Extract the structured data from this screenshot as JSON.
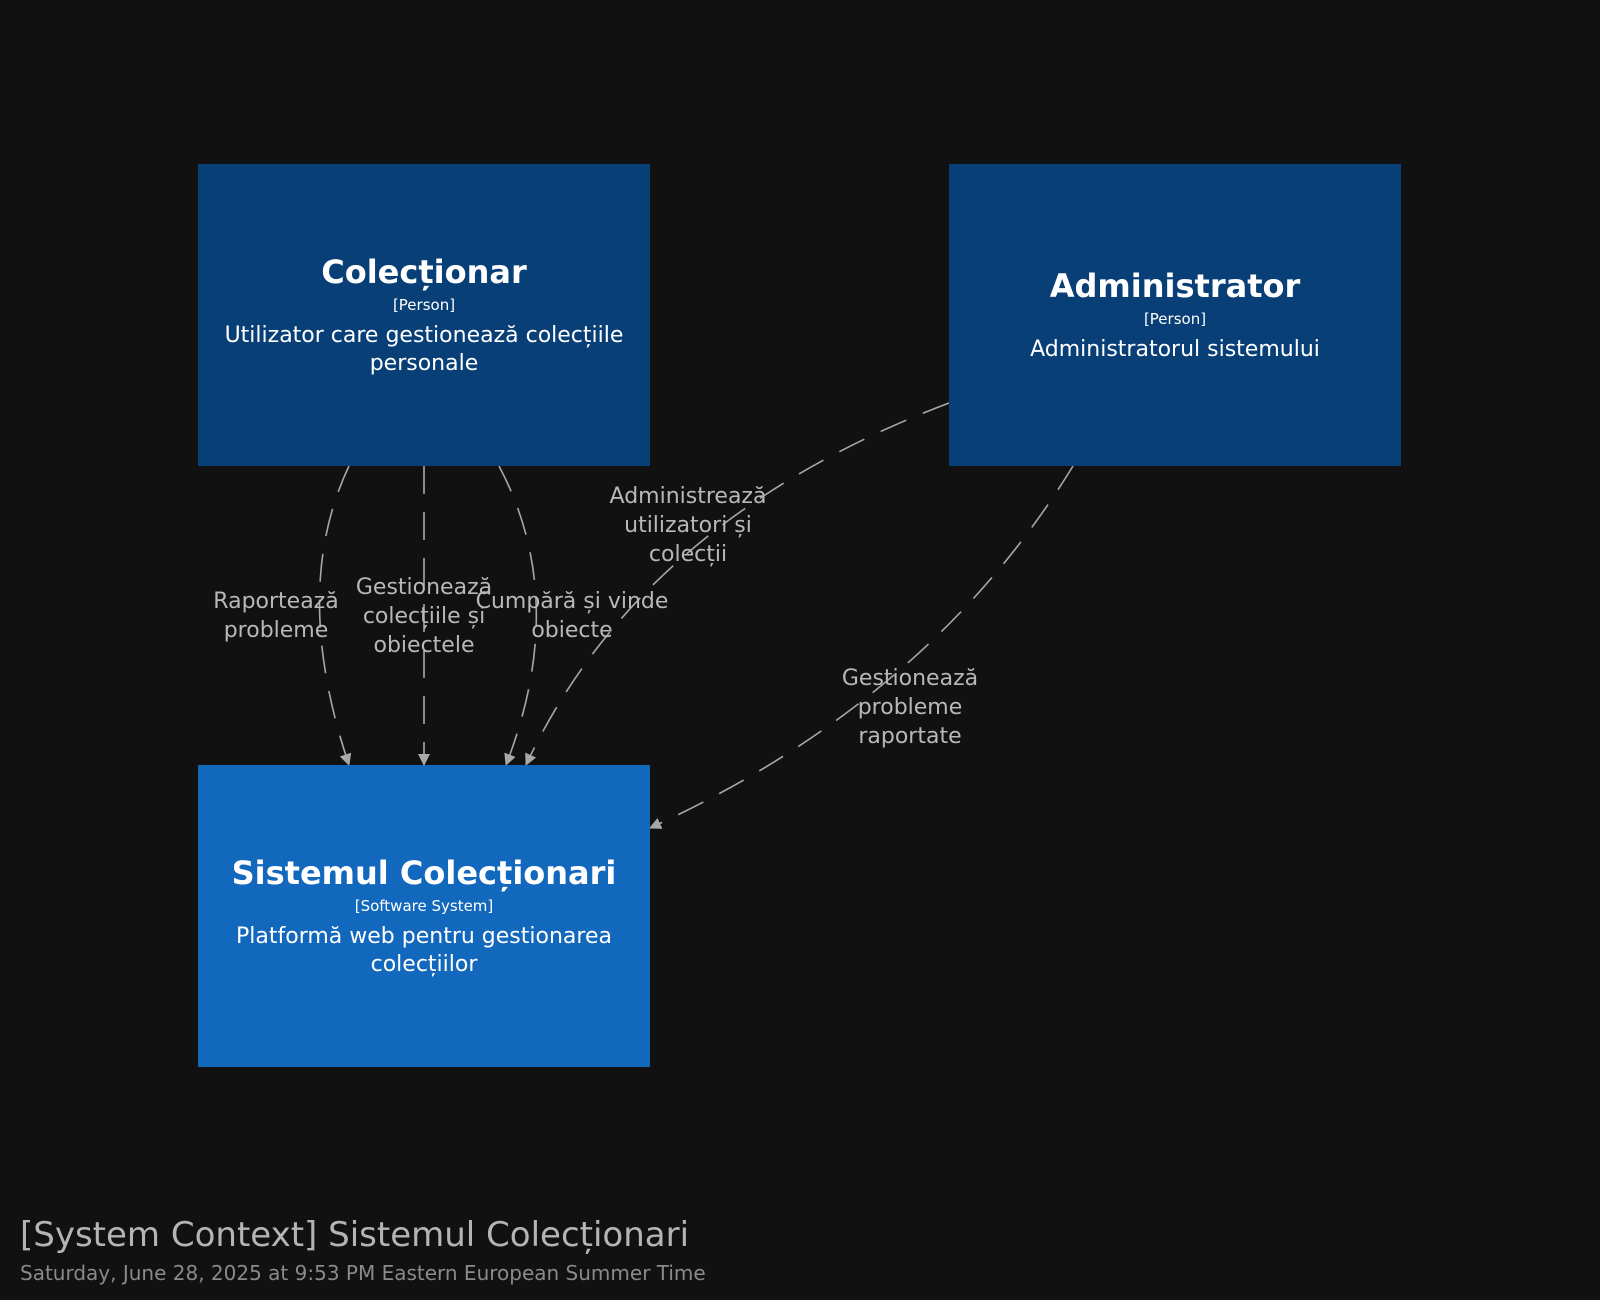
{
  "elements": {
    "collector": {
      "name": "Colecționar",
      "type": "[Person]",
      "description": "Utilizator care gestionează colecțiile personale"
    },
    "admin": {
      "name": "Administrator",
      "type": "[Person]",
      "description": "Administratorul sistemului"
    },
    "system": {
      "name": "Sistemul Colecționari",
      "type": "[Software System]",
      "description": "Platformă web pentru gestionarea colecțiilor"
    }
  },
  "relationships": {
    "reports_problems": {
      "from": "Colecționar",
      "to": "Sistemul Colecționari",
      "label": "Raportează probleme"
    },
    "manages_collections": {
      "from": "Colecționar",
      "to": "Sistemul Colecționari",
      "label": "Gestionează colecțiile și obiectele"
    },
    "buys_sells": {
      "from": "Colecționar",
      "to": "Sistemul Colecționari",
      "label": "Cumpără și vinde obiecte"
    },
    "administers": {
      "from": "Administrator",
      "to": "Sistemul Colecționari",
      "label": "Administrează utilizatori și colecții"
    },
    "manages_problems": {
      "from": "Administrator",
      "to": "Sistemul Colecționari",
      "label": "Gestionează probleme raportate"
    }
  },
  "footer": {
    "title": "[System Context] Sistemul Colecționari",
    "date": "Saturday, June 28, 2025 at 9:53 PM Eastern European Summer Time"
  },
  "colors": {
    "background": "#111111",
    "person": "#083F77",
    "software_system": "#1268BC",
    "edge": "#a8a8a8",
    "text": "#ffffff"
  }
}
